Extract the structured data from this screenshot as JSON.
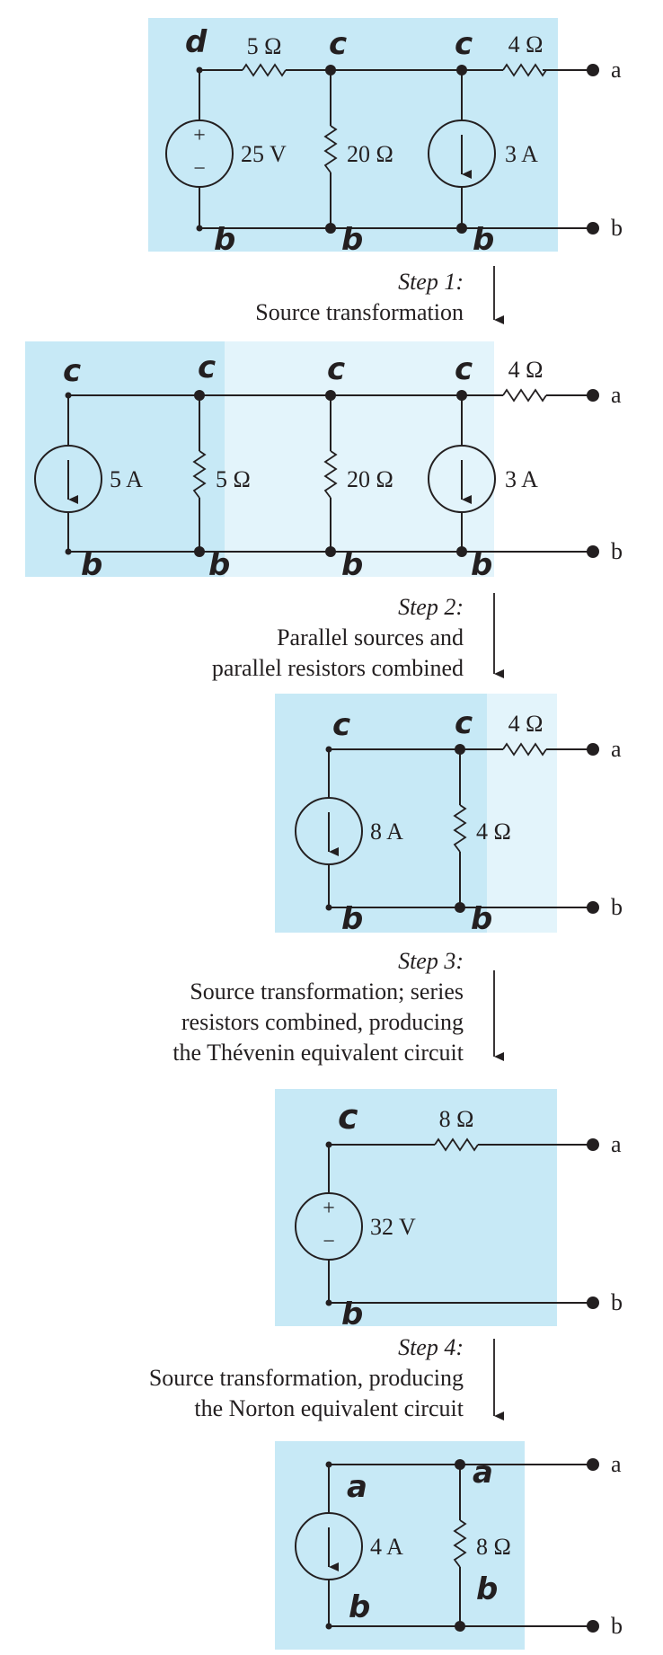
{
  "stage1": {
    "nodes": {
      "d": "d",
      "c1": "c",
      "c2": "c",
      "b1": "b",
      "b2": "b",
      "b3": "b"
    },
    "r_series": "5 Ω",
    "source_v": "25 V",
    "r_shunt": "20 Ω",
    "source_i": "3 A",
    "r_out": "4 Ω",
    "term_a": "a",
    "term_b": "b",
    "plus": "+",
    "minus": "−"
  },
  "step1": {
    "title": "Step 1:",
    "lines": [
      "Source transformation"
    ]
  },
  "stage2": {
    "nodes": {
      "c1": "c",
      "c2": "c",
      "c3": "c",
      "c4": "c",
      "b1": "b",
      "b2": "b",
      "b3": "b",
      "b4": "b"
    },
    "source_i1": "5 A",
    "r1": "5 Ω",
    "r2": "20 Ω",
    "source_i2": "3 A",
    "r_out": "4 Ω",
    "term_a": "a",
    "term_b": "b"
  },
  "step2": {
    "title": "Step 2:",
    "lines": [
      "Parallel sources and",
      "parallel resistors combined"
    ]
  },
  "stage3": {
    "nodes": {
      "c1": "c",
      "c2": "c",
      "b1": "b",
      "b2": "b"
    },
    "source_i": "8 A",
    "r_shunt": "4 Ω",
    "r_out": "4 Ω",
    "term_a": "a",
    "term_b": "b"
  },
  "step3": {
    "title": "Step 3:",
    "lines": [
      "Source transformation; series",
      "resistors combined, producing",
      "the Thévenin equivalent circuit"
    ]
  },
  "stage4": {
    "nodes": {
      "c": "c",
      "b": "b"
    },
    "r_series": "8 Ω",
    "source_v": "32 V",
    "plus": "+",
    "minus": "−",
    "term_a": "a",
    "term_b": "b"
  },
  "step4": {
    "title": "Step 4:",
    "lines": [
      "Source transformation, producing",
      "the Norton equivalent circuit"
    ]
  },
  "stage5": {
    "nodes": {
      "a1": "a",
      "a2": "a",
      "b1": "b",
      "b2": "b"
    },
    "source_i": "4 A",
    "r_shunt": "8 Ω",
    "term_a": "a",
    "term_b": "b"
  },
  "colors": {
    "shade": "#c7e9f6",
    "shade_light": "#e3f4fb",
    "ink": "#231f20"
  }
}
